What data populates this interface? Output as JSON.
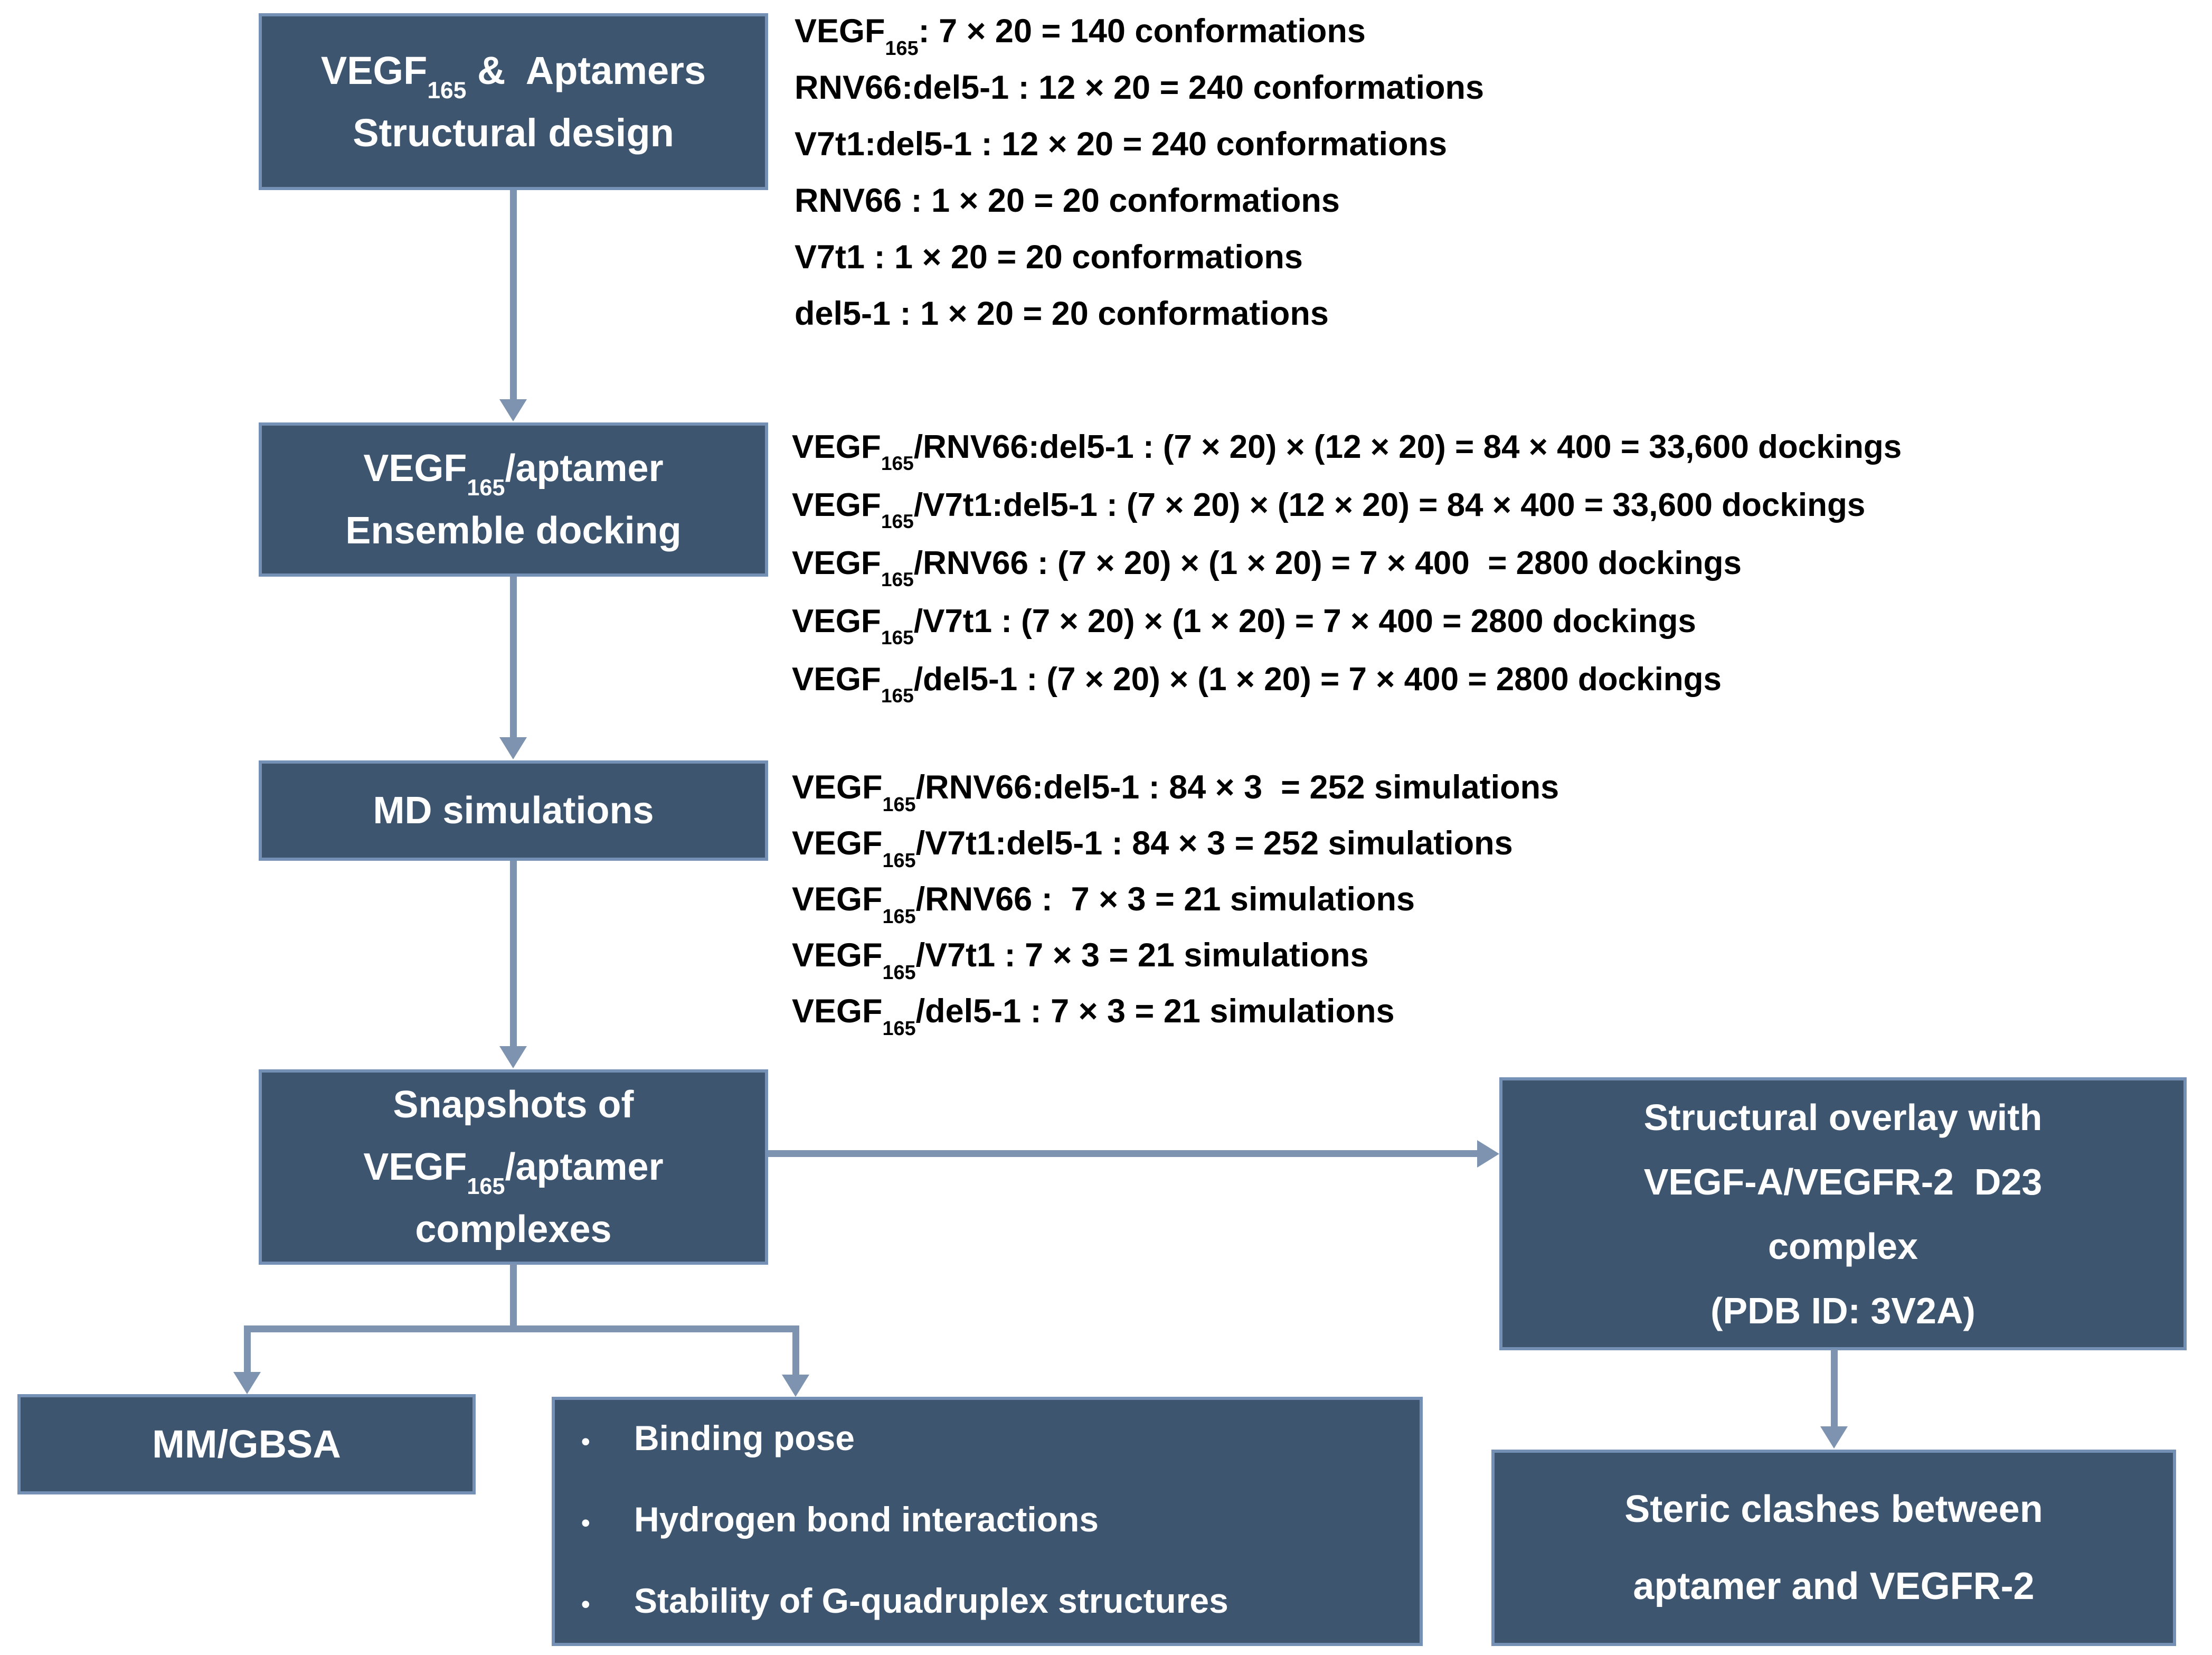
{
  "colors": {
    "page_bg": "#ffffff",
    "box_fill": "#3e5570",
    "box_border": "#7491b5",
    "box_text": "#ffffff",
    "arrow": "#7e93b0",
    "side_text": "#000000"
  },
  "boxes": {
    "structural_design": {
      "lines": [
        [
          "VEGF",
          {
            "sub": "165"
          },
          " &  Aptamers"
        ],
        [
          "Structural design"
        ]
      ]
    },
    "ensemble_docking": {
      "lines": [
        [
          "VEGF",
          {
            "sub": "165"
          },
          "/aptamer"
        ],
        [
          "Ensemble docking"
        ]
      ]
    },
    "md_simulations": {
      "lines": [
        [
          "MD simulations"
        ]
      ]
    },
    "snapshots": {
      "lines": [
        [
          "Snapshots of"
        ],
        [
          "VEGF",
          {
            "sub": "165"
          },
          "/aptamer"
        ],
        [
          "complexes"
        ]
      ]
    },
    "structural_overlay": {
      "lines": [
        [
          "Structural overlay with"
        ],
        [
          "VEGF-A/VEGFR-2  D23"
        ],
        [
          "complex"
        ],
        [
          "(PDB ID: 3V2A)"
        ]
      ]
    },
    "mmgbsa": {
      "lines": [
        [
          "MM/GBSA"
        ]
      ]
    },
    "analysis": {
      "bullet_glyph": "•",
      "items": [
        [
          "Binding pose"
        ],
        [
          "Hydrogen bond interactions"
        ],
        [
          "Stability of G-quadruplex structures"
        ]
      ]
    },
    "steric_clashes": {
      "lines": [
        [
          "Steric clashes between"
        ],
        [
          "aptamer and VEGFR-2"
        ]
      ]
    }
  },
  "annotations": {
    "conformations": {
      "lines": [
        [
          "VEGF",
          {
            "sub": "165"
          },
          ": 7 × 20 = 140 conformations"
        ],
        [
          "RNV66:del5-1 : 12 × 20 = 240 conformations"
        ],
        [
          "V7t1:del5-1 : 12 × 20 = 240 conformations"
        ],
        [
          "RNV66 : 1 × 20 = 20 conformations"
        ],
        [
          "V7t1 : 1 × 20 = 20 conformations"
        ],
        [
          "del5-1 : 1 × 20 = 20 conformations"
        ]
      ]
    },
    "dockings": {
      "lines": [
        [
          "VEGF",
          {
            "sub": "165"
          },
          "/RNV66:del5-1 : (7 × 20) × (12 × 20) = 84 × 400 = 33,600 dockings"
        ],
        [
          "VEGF",
          {
            "sub": "165"
          },
          "/V7t1:del5-1 : (7 × 20) × (12 × 20) = 84 × 400 = 33,600 dockings"
        ],
        [
          "VEGF",
          {
            "sub": "165"
          },
          "/RNV66 : (7 × 20) × (1 × 20) = 7 × 400  = 2800 dockings"
        ],
        [
          "VEGF",
          {
            "sub": "165"
          },
          "/V7t1 : (7 × 20) × (1 × 20) = 7 × 400 = 2800 dockings"
        ],
        [
          "VEGF",
          {
            "sub": "165"
          },
          "/del5-1 : (7 × 20) × (1 × 20) = 7 × 400 = 2800 dockings"
        ]
      ]
    },
    "simulations": {
      "lines": [
        [
          "VEGF",
          {
            "sub": "165"
          },
          "/RNV66:del5-1 : 84 × 3  = 252 simulations"
        ],
        [
          "VEGF",
          {
            "sub": "165"
          },
          "/V7t1:del5-1 : 84 × 3 = 252 simulations"
        ],
        [
          "VEGF",
          {
            "sub": "165"
          },
          "/RNV66 :  7 × 3 = 21 simulations"
        ],
        [
          "VEGF",
          {
            "sub": "165"
          },
          "/V7t1 : 7 × 3 = 21 simulations"
        ],
        [
          "VEGF",
          {
            "sub": "165"
          },
          "/del5-1 : 7 × 3 = 21 simulations"
        ]
      ]
    }
  }
}
